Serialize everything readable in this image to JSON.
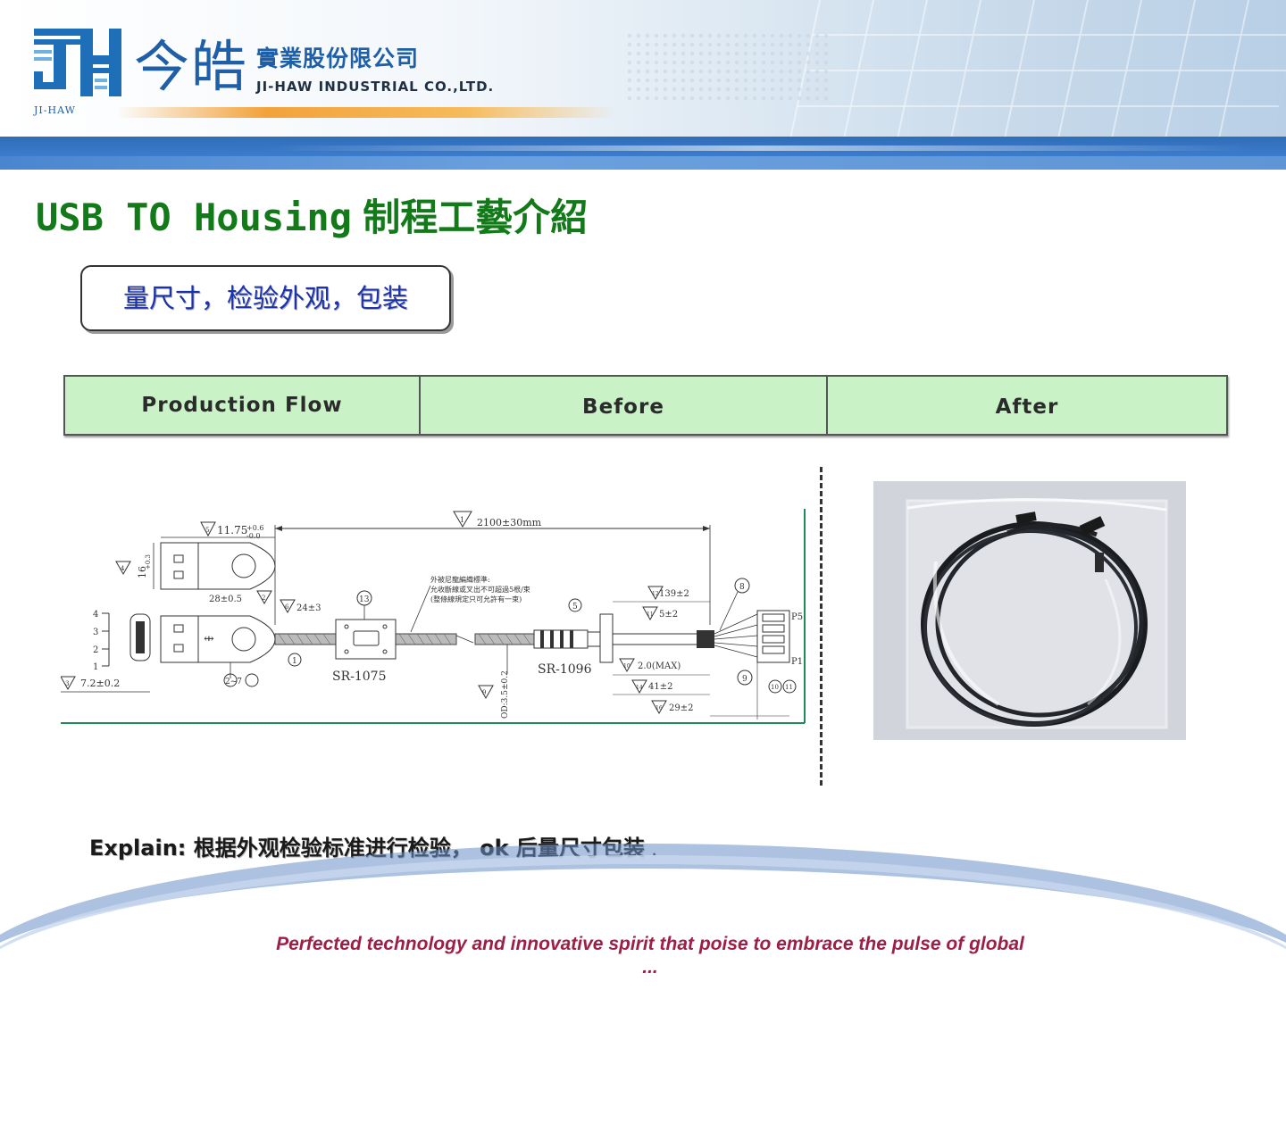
{
  "header": {
    "logo_mark": "JH",
    "logo_sub": "JI-HAW",
    "company_cn": "今皓",
    "company_cn_suffix": "實業股份限公司",
    "company_en": "JI-HAW INDUSTRIAL CO.,LTD."
  },
  "title": {
    "prefix": "USB TO Housing",
    "suffix": "制程工藝介紹"
  },
  "step_badge": "量尺寸，检验外观，包装",
  "flow_table": {
    "col1": "Production Flow",
    "col2": "Before",
    "col3": "After"
  },
  "drawing": {
    "length": "2100±30mm",
    "dim_11_75": "11.75",
    "dim_11_75_tol_plus": "+0.6",
    "dim_11_75_tol_minus": "-0.0",
    "dim_16": "16",
    "dim_16_tol": "+0.3",
    "dim_28": "28±0.5",
    "dim_24": "24±3",
    "dim_7_2": "7.2±0.2",
    "dim_139": "139±2",
    "dim_5": "5±2",
    "dim_2_max": "2.0(MAX)",
    "dim_41": "41±2",
    "dim_29": "29±2",
    "od": "OD:3.5±0.2",
    "strain_relief_1": "SR-1075",
    "strain_relief_2": "SR-1096",
    "note_line1": "外被尼龍編織標準:",
    "note_line2": "允收斷線或叉出不可超過5根/束",
    "note_line3": "(整條線規定只可允許有一束)",
    "pin_labels": [
      "4",
      "3",
      "2",
      "1"
    ],
    "p5": "P5",
    "p1": "P1",
    "callouts": [
      "1",
      "2~7",
      "5",
      "8",
      "9",
      "10",
      "11",
      "13"
    ],
    "tri_labels": [
      "1",
      "2",
      "3",
      "4",
      "5",
      "6",
      "9",
      "10",
      "11",
      "12",
      "14",
      "16"
    ]
  },
  "explain": {
    "label": "Explain:",
    "text": "根据外观检验标准进行检验， ok 后量尺寸包装",
    "end": "."
  },
  "footer": {
    "slogan_line1": "Perfected technology and innovative spirit that poise to embrace the pulse of global",
    "slogan_line2": "..."
  },
  "colors": {
    "title_green": "#127a18",
    "badge_blue": "#1b33a8",
    "flow_bg": "#c9f3c6",
    "slogan_red": "#9e1f45",
    "header_blue": "#2f6db8"
  }
}
